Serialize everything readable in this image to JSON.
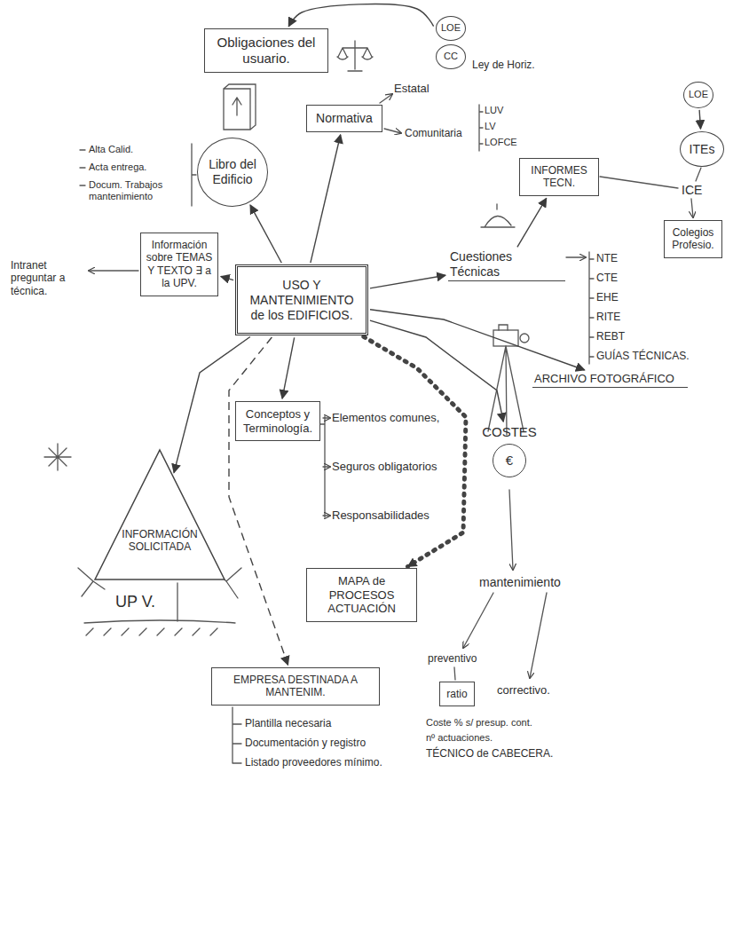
{
  "diagram": {
    "nodes": [
      {
        "text": [
          "Obligaciones del usuario."
        ]
      },
      {
        "text": [
          "LOE",
          "CC"
        ]
      },
      {
        "text": [
          "Normativa"
        ]
      },
      {
        "text": [
          "LOE"
        ]
      },
      {
        "text": [
          "ITEs"
        ]
      },
      {
        "text": [
          "INFORMES TECN."
        ]
      },
      {
        "text": [
          "Colegios Profesio."
        ]
      },
      {
        "text": [
          "Libro del Edificio"
        ]
      },
      {
        "text": [
          "USO Y MANTENIMIENTO de los EDIFICIOS."
        ]
      },
      {
        "text": [
          "Información sobre TEMAS Y TEXTO ∃ a la UPV."
        ]
      },
      {
        "text": [
          "Cuestiones Técnicas"
        ]
      },
      {
        "text": [
          "ARCHIVO FOTOGRÁFICO"
        ]
      },
      {
        "text": [
          "Conceptos y Terminología."
        ]
      },
      {
        "text": [
          "INFORMACIÓN SOLICITADA"
        ]
      },
      {
        "text": [
          "MAPA de PROCESOS ACTUACIÓN"
        ]
      },
      {
        "text": [
          "COSTES",
          "€"
        ]
      },
      {
        "text": [
          "EMPRESA DESTINADA A MANTENIM."
        ]
      },
      {
        "text": [
          "ratio"
        ]
      }
    ],
    "edges": [
      {
        "from": 1,
        "to": 0,
        "arrow": "to"
      },
      {
        "from": 8,
        "to": 2,
        "arrow": "to"
      },
      {
        "from": 3,
        "to": 4,
        "arrow": "to"
      },
      {
        "from": 8,
        "to": 7,
        "arrow": "to"
      },
      {
        "from": 8,
        "to": 10,
        "arrow": "to"
      },
      {
        "from": 10,
        "to": 5,
        "arrow": "to"
      },
      {
        "from": 8,
        "to": 9,
        "arrow": "to"
      },
      {
        "from": 8,
        "to": 11,
        "arrow": "to"
      },
      {
        "from": 8,
        "to": 12,
        "arrow": "to"
      },
      {
        "from": 8,
        "to": 13,
        "arrow": "to"
      },
      {
        "from": 8,
        "to": 14,
        "arrow": "to"
      },
      {
        "from": 8,
        "to": 15,
        "arrow": "to"
      },
      {
        "from": 8,
        "to": 16,
        "arrow": "to"
      }
    ],
    "labels": [
      "Ley de Horiz.",
      "Estatal",
      "Comunitaria",
      "LUV",
      "LV",
      "LOFCE",
      "Alta Calid.",
      "Acta entrega.",
      "Docum. Trabajos mantenimiento",
      "ICE",
      "NTE",
      "CTE",
      "EHE",
      "RITE",
      "REBT",
      "GUÍAS TÉCNICAS.",
      "Intranet preguntar a técnica.",
      "Elementos comunes,",
      "Seguros obligatorios",
      "Responsabilidades",
      "mantenimiento",
      "UP V.",
      "preventivo",
      "correctivo.",
      "Coste % s/ presup. cont.",
      "nº actuaciones.",
      "TÉCNICO de CABECERA.",
      "Plantilla necesaria",
      "Documentación y registro",
      "Listado proveedores mínimo."
    ]
  }
}
